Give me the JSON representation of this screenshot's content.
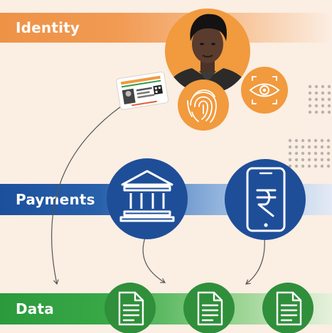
{
  "bands": {
    "identity": "Identity",
    "payments": "Payments",
    "data": "Data"
  },
  "colors": {
    "background": "#fbeee3",
    "identity_band": "#ee9246",
    "payments_band": "#1c4f9c",
    "data_band": "#2a9a3c",
    "orange_circle": "#f19a3e",
    "blue_circle": "#1e4e98",
    "green_circle": "#2f8f3a"
  },
  "icons": {
    "identity": [
      "person-photo",
      "id-card-icon",
      "fingerprint-icon",
      "eye-scan-icon"
    ],
    "payments": [
      "bank-icon",
      "rupee-phone-icon"
    ],
    "data": [
      "document-icon",
      "document-icon",
      "document-icon"
    ]
  }
}
